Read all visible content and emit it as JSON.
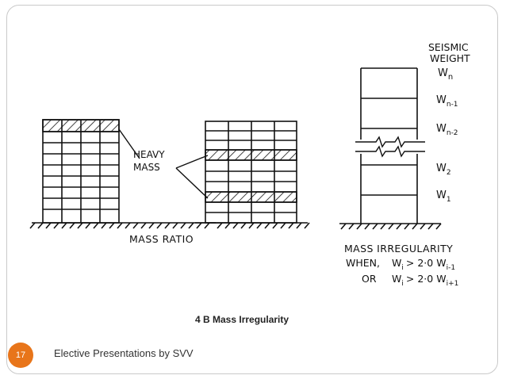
{
  "slide": {
    "number": "17",
    "footer": "Elective Presentations by SVV",
    "caption": "4 B Mass Irregularity"
  },
  "left_figure": {
    "heavy_mass_label_1": "HEAVY",
    "heavy_mass_label_2": "MASS",
    "mass_ratio_label": "MASS RATIO"
  },
  "right_figure": {
    "title_line_1": "SEISMIC",
    "title_line_2": "WEIGHT",
    "floor_labels": [
      {
        "base": "W",
        "sub": "n"
      },
      {
        "base": "W",
        "sub": "n-1"
      },
      {
        "base": "W",
        "sub": "n-2"
      },
      {
        "base": "W",
        "sub": "2"
      },
      {
        "base": "W",
        "sub": "1"
      }
    ],
    "condition_title": "MASS IRREGULARITY",
    "condition_when": "WHEN,",
    "condition_or": "OR",
    "condition_1": {
      "lhs": "W",
      "lhs_sub": "i",
      "op": "> 2·0",
      "rhs": "W",
      "rhs_sub": "i-1"
    },
    "condition_2": {
      "lhs": "W",
      "lhs_sub": "i",
      "op": "> 2·0",
      "rhs": "W",
      "rhs_sub": "i+1"
    }
  }
}
